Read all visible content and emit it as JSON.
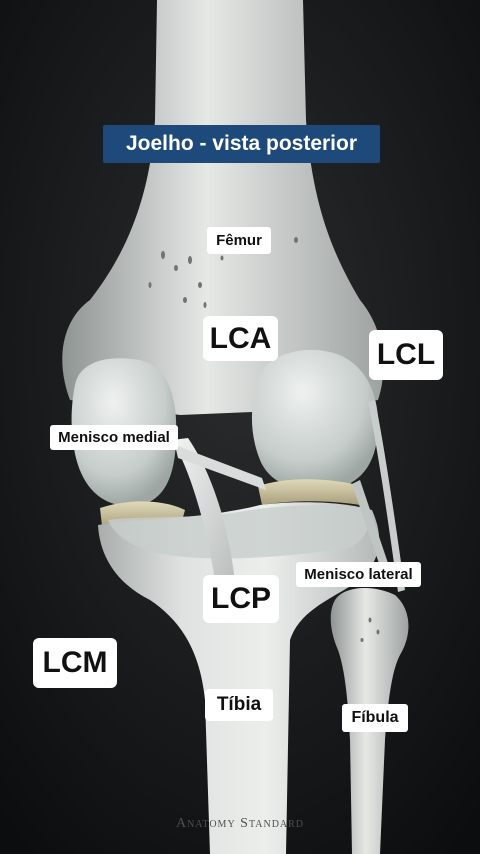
{
  "title": "Joelho - vista posterior",
  "labels": {
    "femur": "Fêmur",
    "lca": "LCA",
    "lcl": "LCL",
    "menisco_medial": "Menisco medial",
    "menisco_lateral": "Menisco lateral",
    "lcp": "LCP",
    "lcm": "LCM",
    "tibia": "Tíbia",
    "fibula": "Fíbula"
  },
  "watermark": "Anatomy Standard",
  "colors": {
    "background": "#121314",
    "bone": "#d9dcda",
    "cartilage": "#c3cac8",
    "meniscus": "#c7bf9f",
    "title_bg": "#1d4a7a",
    "label_bg": "#ffffff"
  }
}
